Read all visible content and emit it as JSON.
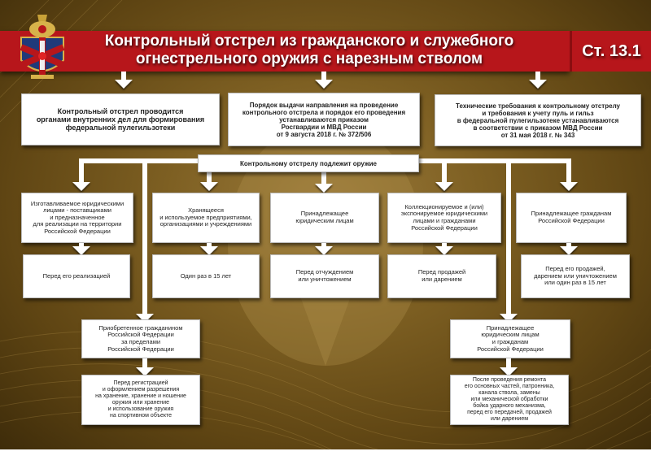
{
  "header": {
    "title_line1": "Контрольный отстрел из гражданского и служебного",
    "title_line2": "огнестрельного оружия с нарезным стволом",
    "article": "Ст. 13.1",
    "emblem": "rosgvardia-emblem-icon"
  },
  "top_boxes": [
    {
      "text": "Контрольный отстрел проводится\nорганами внутренних дел для формирования\nфедеральной пулегильзотеки"
    },
    {
      "text": "Порядок выдачи направления на проведение\nконтрольного отстрела и порядок его проведения\nустанавливаются  приказом\nРосгвардии и МВД России\nот 9 августа 2018 г. № 372/506"
    },
    {
      "text": "Технические требования к контрольному отстрелу\nи требования к учету пуль и гильз\nв федеральной пулегильзотеке устанавливаются\nв соответствии с приказом МВД России\nот 31  мая 2018 г.  № 343"
    }
  ],
  "hub": {
    "text": "Контрольному отстрелу подлежит оружие"
  },
  "categories": [
    {
      "label": "Изготавливаемое юридическими\nлицами - поставщиками\nи предназначенное\nдля реализации на территории\nРоссийской Федерации",
      "condition": "Перед его реализацией"
    },
    {
      "label": "Хранящееся\nи используемое предприятиями,\nорганизациями и учреждениями",
      "condition": "Один раз в 15 лет"
    },
    {
      "label": "Принадлежащее\nюридическим лицам",
      "condition": "Перед отчуждением\nили уничтожением"
    },
    {
      "label": "Коллекционируемое и (или)\nэкспонируемое юридическими\nлицами и гражданами\nРоссийской Федерации",
      "condition": "Перед продажей\nили дарением"
    },
    {
      "label": "Принадлежащее гражданам\nРоссийской Федерации",
      "condition": "Перед его продажей,\nдарением или уничтожением\nили один раз в 15 лет"
    }
  ],
  "lower": [
    {
      "label": "Приобретенное гражданином\nРоссийской Федерации\nза пределами\nРоссийской Федерации",
      "condition": "Перед регистрацией\nи оформлением разрешения\nна хранение, хранение и ношение\nоружия или хранение\nи использование оружия\nна спортивном объекте"
    },
    {
      "label": "Принадлежащее\nюридическим лицам\nи гражданам\nРоссийской Федерации",
      "condition": "После проведения ремонта\nего основных частей, патронника,\nканала ствола, замены\nили механической обработки\nбойка ударного механизма,\nперед его передачей, продажей\nили дарением"
    }
  ],
  "colors": {
    "banner": "#b7161b",
    "background": "#7d5f22",
    "box": "#ffffff"
  }
}
